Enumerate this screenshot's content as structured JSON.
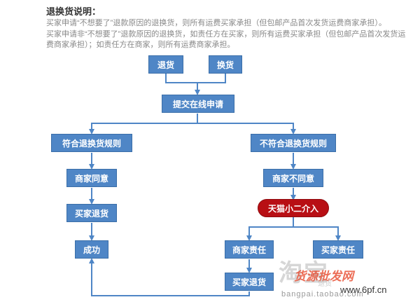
{
  "title": "退换货说明：",
  "paragraph1": "买家申请“不想要了”退款原因的退换货，则所有运费买家承担（但包邮产品首次发货运费商家承担）。",
  "paragraph2": "买家申请非“不想要了”退款原因的退换货，如责任方在买家，则所有运费买家承担（但包邮产品首次发货运费商家承担）；如责任方在商家，则所有运费商家承担。",
  "nodes": {
    "return": "退货",
    "exchange": "换货",
    "submit": "提交在线申请",
    "meets_rules": "符合退换货规则",
    "not_meets_rules": "不符合退换货规则",
    "merchant_agree": "商家同意",
    "merchant_disagree": "商家不同意",
    "buyer_return_left": "买家退货",
    "tmall_intervene": "天猫小二介入",
    "success": "成功",
    "merchant_liable": "商家责任",
    "buyer_liable": "买家责任",
    "buyer_return_bottom": "买家退货"
  },
  "watermark": {
    "brand": "淘宝",
    "site_cn": "货源批发网",
    "site_url": "www.6pf.cn",
    "domain": "bangpai.taobao.com",
    "small": "退货"
  },
  "colors": {
    "box_fill": "#4f86c6",
    "pill_fill": "#b80f14",
    "connector": "#4f86c6"
  }
}
